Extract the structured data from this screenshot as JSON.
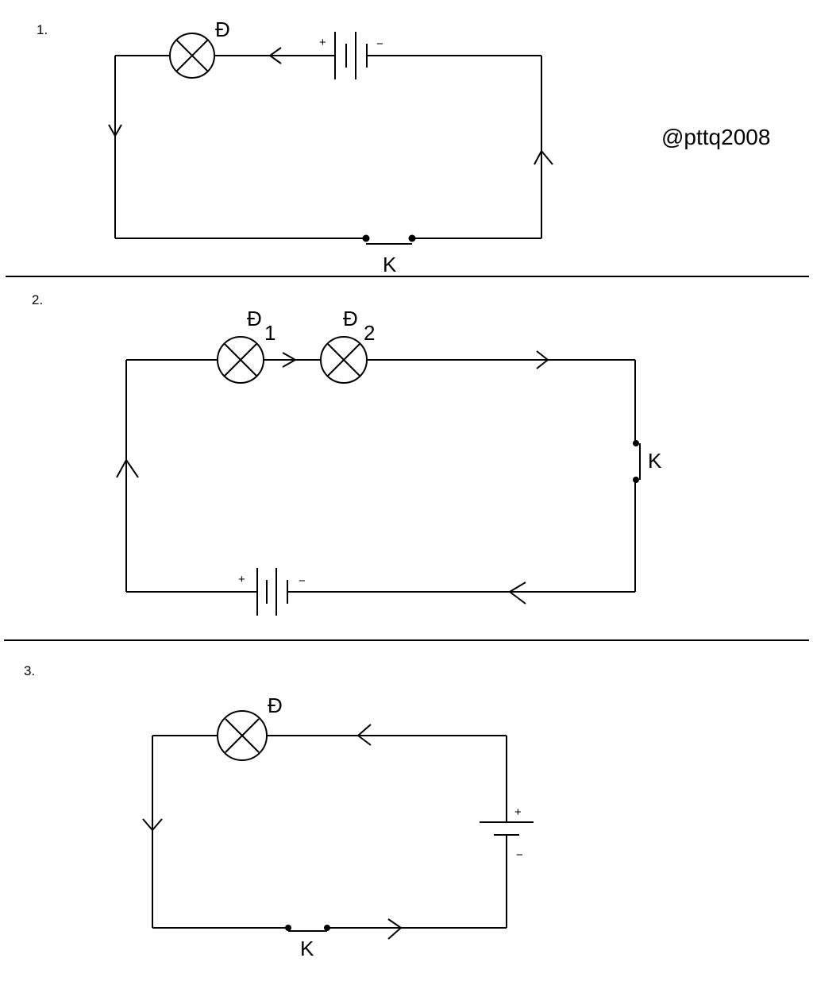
{
  "watermark": "@pttq2008",
  "diagrams": [
    {
      "number": "1.",
      "lamp_label": "Đ",
      "switch_label": "K",
      "battery_plus": "+",
      "battery_minus": "−"
    },
    {
      "number": "2.",
      "lamp1_label": "Đ",
      "lamp1_index": "1",
      "lamp2_label": "Đ",
      "lamp2_index": "2",
      "switch_label": "K",
      "battery_plus": "+",
      "battery_minus": "−"
    },
    {
      "number": "3.",
      "lamp_label": "Đ",
      "switch_label": "K",
      "battery_plus": "+",
      "battery_minus": "−"
    }
  ]
}
